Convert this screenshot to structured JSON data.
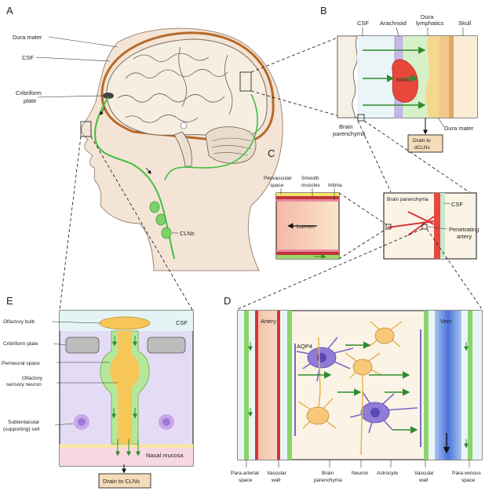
{
  "panels": {
    "a": {
      "letter": "A",
      "labels": {
        "dura_mater": "Dura mater",
        "csf": "CSF",
        "cribriform_plate": "Cribriform",
        "cribriform_plate_2": "plate",
        "clns": "CLNs"
      }
    },
    "b": {
      "letter": "B",
      "labels": {
        "csf": "CSF",
        "arachnoid": "Arachnoid",
        "dura_lymphatics_1": "Dura",
        "dura_lymphatics_2": "lymphatics",
        "skull": "Skull",
        "sinus": "Sinus",
        "brain_parenchyma_1": "Brain",
        "brain_parenchyma_2": "parenchyma",
        "dura_mater": "Dura mater",
        "drain_1": "Drain to",
        "drain_2": "dCLNs"
      }
    },
    "c": {
      "letter": "C",
      "labels": {
        "perivascular_1": "Perivascular",
        "perivascular_2": "space",
        "smooth_1": "Smooth",
        "smooth_2": "muscles",
        "intima": "Intima",
        "lumen": "Lumen",
        "brain_parenchyma": "Brain parenchyma",
        "csf": "CSF",
        "penetrating_1": "Penetrating",
        "penetrating_2": "artery"
      }
    },
    "d": {
      "letter": "D",
      "labels": {
        "artery": "Artery",
        "vein": "Vein",
        "aqp4": "AQP4",
        "para_arterial_1": "Para-arterial",
        "para_arterial_2": "space",
        "vascular_wall_1a": "Vascular",
        "vascular_wall_1b": "wall",
        "brain_parenchyma_1": "Brain",
        "brain_parenchyma_2": "parenchyma",
        "neuron": "Neuron",
        "astrocyte": "Astrocyte",
        "vascular_wall_2a": "Vascular",
        "vascular_wall_2b": "wall",
        "para_venous_1": "Para-venous",
        "para_venous_2": "space"
      }
    },
    "e": {
      "letter": "E",
      "labels": {
        "olfactory_bulb": "Olfactory bulb",
        "csf": "CSF",
        "cribriform_plate": "Cribriform plate",
        "perineural_space": "Perineural space",
        "olfactory_1": "Olfactory",
        "olfactory_2": "sensory neuron",
        "subtentacular_1": "Subtentacular",
        "subtentacular_2": "(supporting) cell",
        "nasal_mucosa": "Nasal mucosa",
        "drain": "Drain to CLNs"
      }
    }
  }
}
